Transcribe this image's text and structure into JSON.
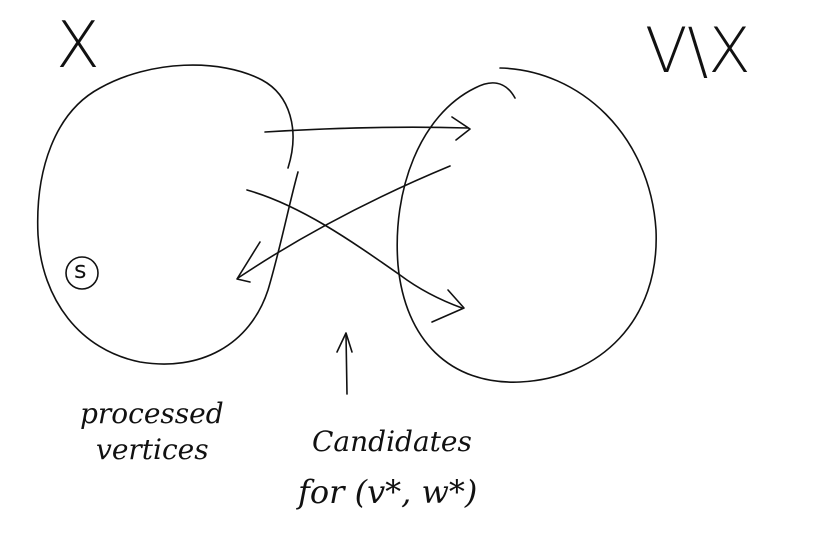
{
  "diagram": {
    "set_left_label": "X",
    "set_right_label": "V\\X",
    "source_label": "s",
    "caption_left": [
      "processed",
      "vertices"
    ],
    "caption_bottom": [
      "Candidates",
      "for (v*, w*)"
    ]
  }
}
